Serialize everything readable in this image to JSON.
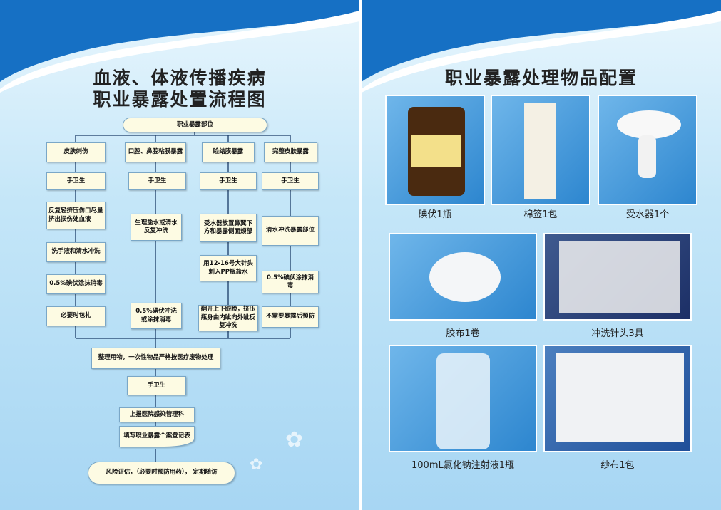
{
  "left": {
    "title_line1": "血液、体液传播疾病",
    "title_line2": "职业暴露处置流程图",
    "top": "职业暴露部位",
    "columns": [
      [
        "皮肤刺伤",
        "手卫生",
        "反复轻挤压伤口尽量挤出损伤处血液",
        "洗手液和清水冲洗",
        "0.5%碘伏涂抹消毒",
        "必要时包扎"
      ],
      [
        "口腔、鼻腔粘膜暴露",
        "手卫生",
        "生理盐水或清水反复冲洗",
        "0.5%碘伏冲洗或涂抹消毒"
      ],
      [
        "睑结膜暴露",
        "手卫生",
        "受水器放置鼻翼下方和暴露侧面颊部",
        "用12-16号大针头刺入PP瓶盐水",
        "翻开上下眼睑，挤压瓶身由内眦向外眦反复冲洗"
      ],
      [
        "完整皮肤暴露",
        "手卫生",
        "清水冲洗暴露部位",
        "0.5%碘伏涂抹消毒",
        "不需要暴露后预防"
      ]
    ],
    "bottom": [
      "整理用物，一次性物品严格按医疗废物处理",
      "手卫生",
      "上报医院感染管理科",
      "填写职业暴露个案登记表",
      "风险评估，（必要时预防用药）， 定期随访"
    ]
  },
  "right": {
    "title": "职业暴露处理物品配置",
    "items": [
      "碘伏1瓶",
      "棉签1包",
      "受水器1个",
      "胶布1卷",
      "冲洗针头3具",
      "100mL氯化钠注射液1瓶",
      "纱布1包"
    ]
  },
  "colors": {
    "wave_dark": "#1670c4",
    "box_fill": "#fdfbe3",
    "line": "#1a3b66"
  }
}
